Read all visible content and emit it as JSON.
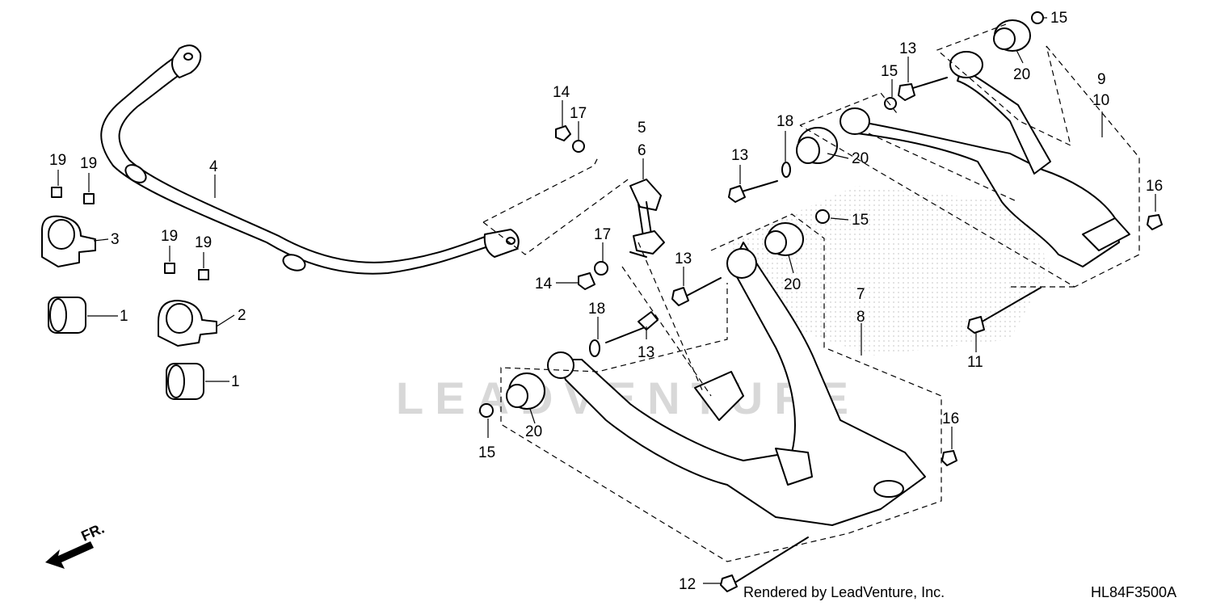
{
  "callouts": {
    "n1a": "1",
    "n1b": "1",
    "n2": "2",
    "n3": "3",
    "n4": "4",
    "n5": "5",
    "n6": "6",
    "n7": "7",
    "n8": "8",
    "n9": "9",
    "n10": "10",
    "n11": "11",
    "n12": "12",
    "n13a": "13",
    "n13b": "13",
    "n13c": "13",
    "n13d": "13",
    "n14a": "14",
    "n14b": "14",
    "n15a": "15",
    "n15b": "15",
    "n15c": "15",
    "n15d": "15",
    "n16a": "16",
    "n16b": "16",
    "n17a": "17",
    "n17b": "17",
    "n18a": "18",
    "n18b": "18",
    "n19a": "19",
    "n19b": "19",
    "n19c": "19",
    "n19d": "19",
    "n20a": "20",
    "n20b": "20",
    "n20c": "20",
    "n20d": "20"
  },
  "footer": {
    "rendered_by": "Rendered by LeadVenture, Inc.",
    "diagram_code": "HL84F3500A"
  },
  "watermark": "LEADVENTURE",
  "direction_label": "FR."
}
